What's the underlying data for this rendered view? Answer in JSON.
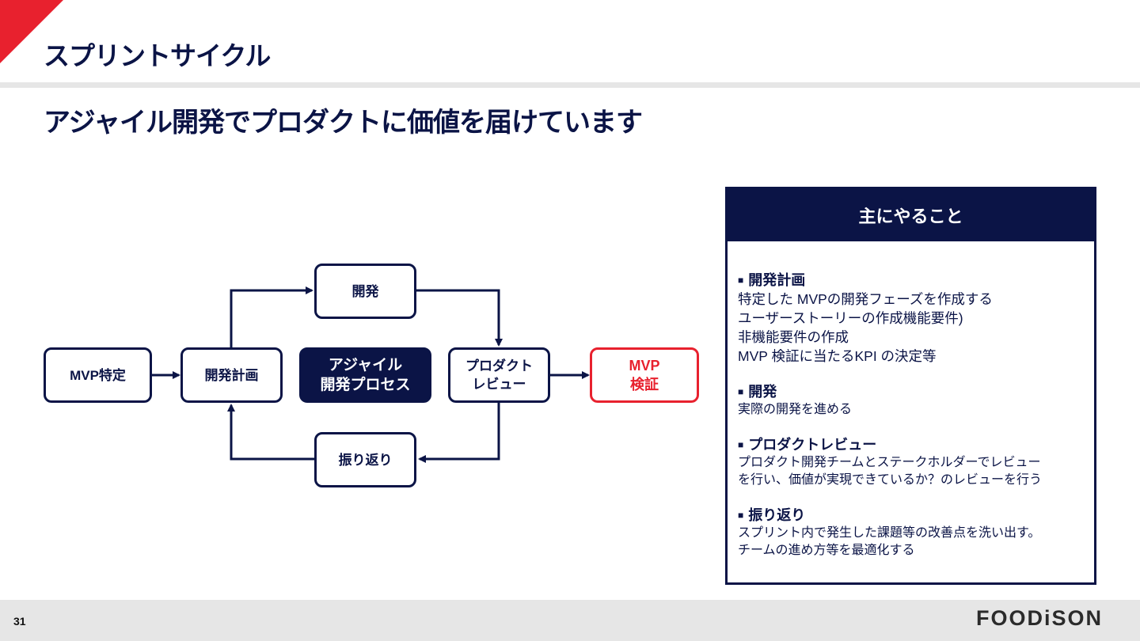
{
  "header": {
    "title": "スプリントサイクル",
    "subtitle": "アジャイル開発でプロダクトに価値を届けています",
    "accent_color": "#e8212e",
    "navy_color": "#0b1446"
  },
  "diagram": {
    "nodes": {
      "mvp_identify": "MVP特定",
      "dev_plan": "開発計画",
      "center": "アジャイル\n開発プロセス",
      "develop": "開発",
      "review": "プロダクト\nレビュー",
      "retro": "振り返り",
      "mvp_verify": "MVP\n検証"
    }
  },
  "panel": {
    "header": "主にやること",
    "sections": [
      {
        "title": "開発計画",
        "lines": [
          "特定した MVPの開発フェーズを作成する",
          "ユーザーストーリーの作成機能要件)",
          "非機能要件の作成",
          "MVP 検証に当たるKPI の決定等"
        ]
      },
      {
        "title": "開発",
        "lines": [
          "実際の開発を進める"
        ]
      },
      {
        "title": "プロダクトレビュー",
        "lines": [
          "プロダクト開発チームとステークホルダーでレビュー",
          "を行い、価値が実現できているか？のレビューを行う"
        ]
      },
      {
        "title": "振り返り",
        "lines": [
          "スプリント内で発生した課題等の改善点を洗い出す。",
          "チームの進め方等を最適化する"
        ]
      }
    ],
    "bullet": "■"
  },
  "footer": {
    "page_number": "31",
    "logo": "FOODiSON"
  }
}
